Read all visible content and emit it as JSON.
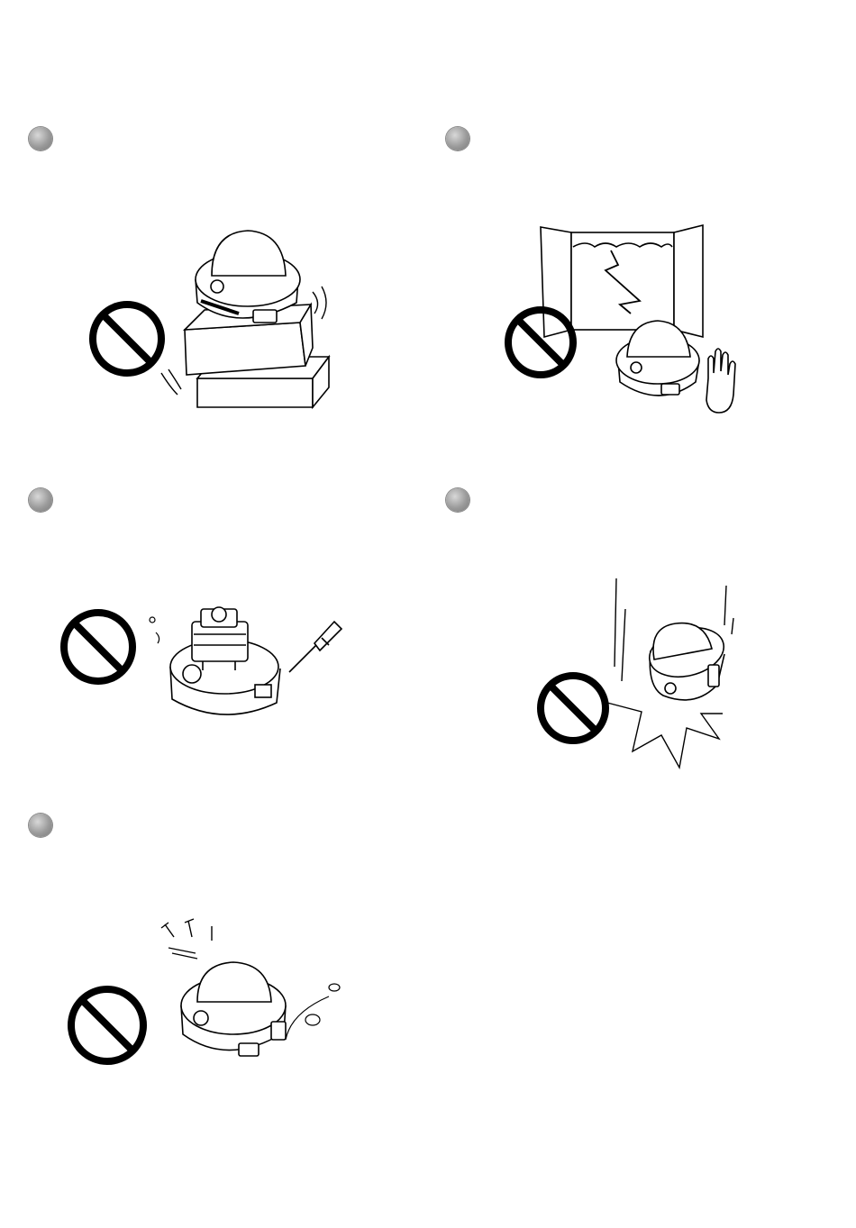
{
  "page": {
    "warnings": [
      {
        "id": "unstable-surface",
        "icon": "prohibition-icon"
      },
      {
        "id": "lightning-storm",
        "icon": "prohibition-icon"
      },
      {
        "id": "disassembly",
        "icon": "prohibition-icon"
      },
      {
        "id": "dropping",
        "icon": "prohibition-icon"
      },
      {
        "id": "foreign-objects",
        "icon": "prohibition-icon"
      }
    ],
    "colors": {
      "ink": "#000000",
      "bullet": "#9a9a9a",
      "background": "#ffffff"
    }
  }
}
